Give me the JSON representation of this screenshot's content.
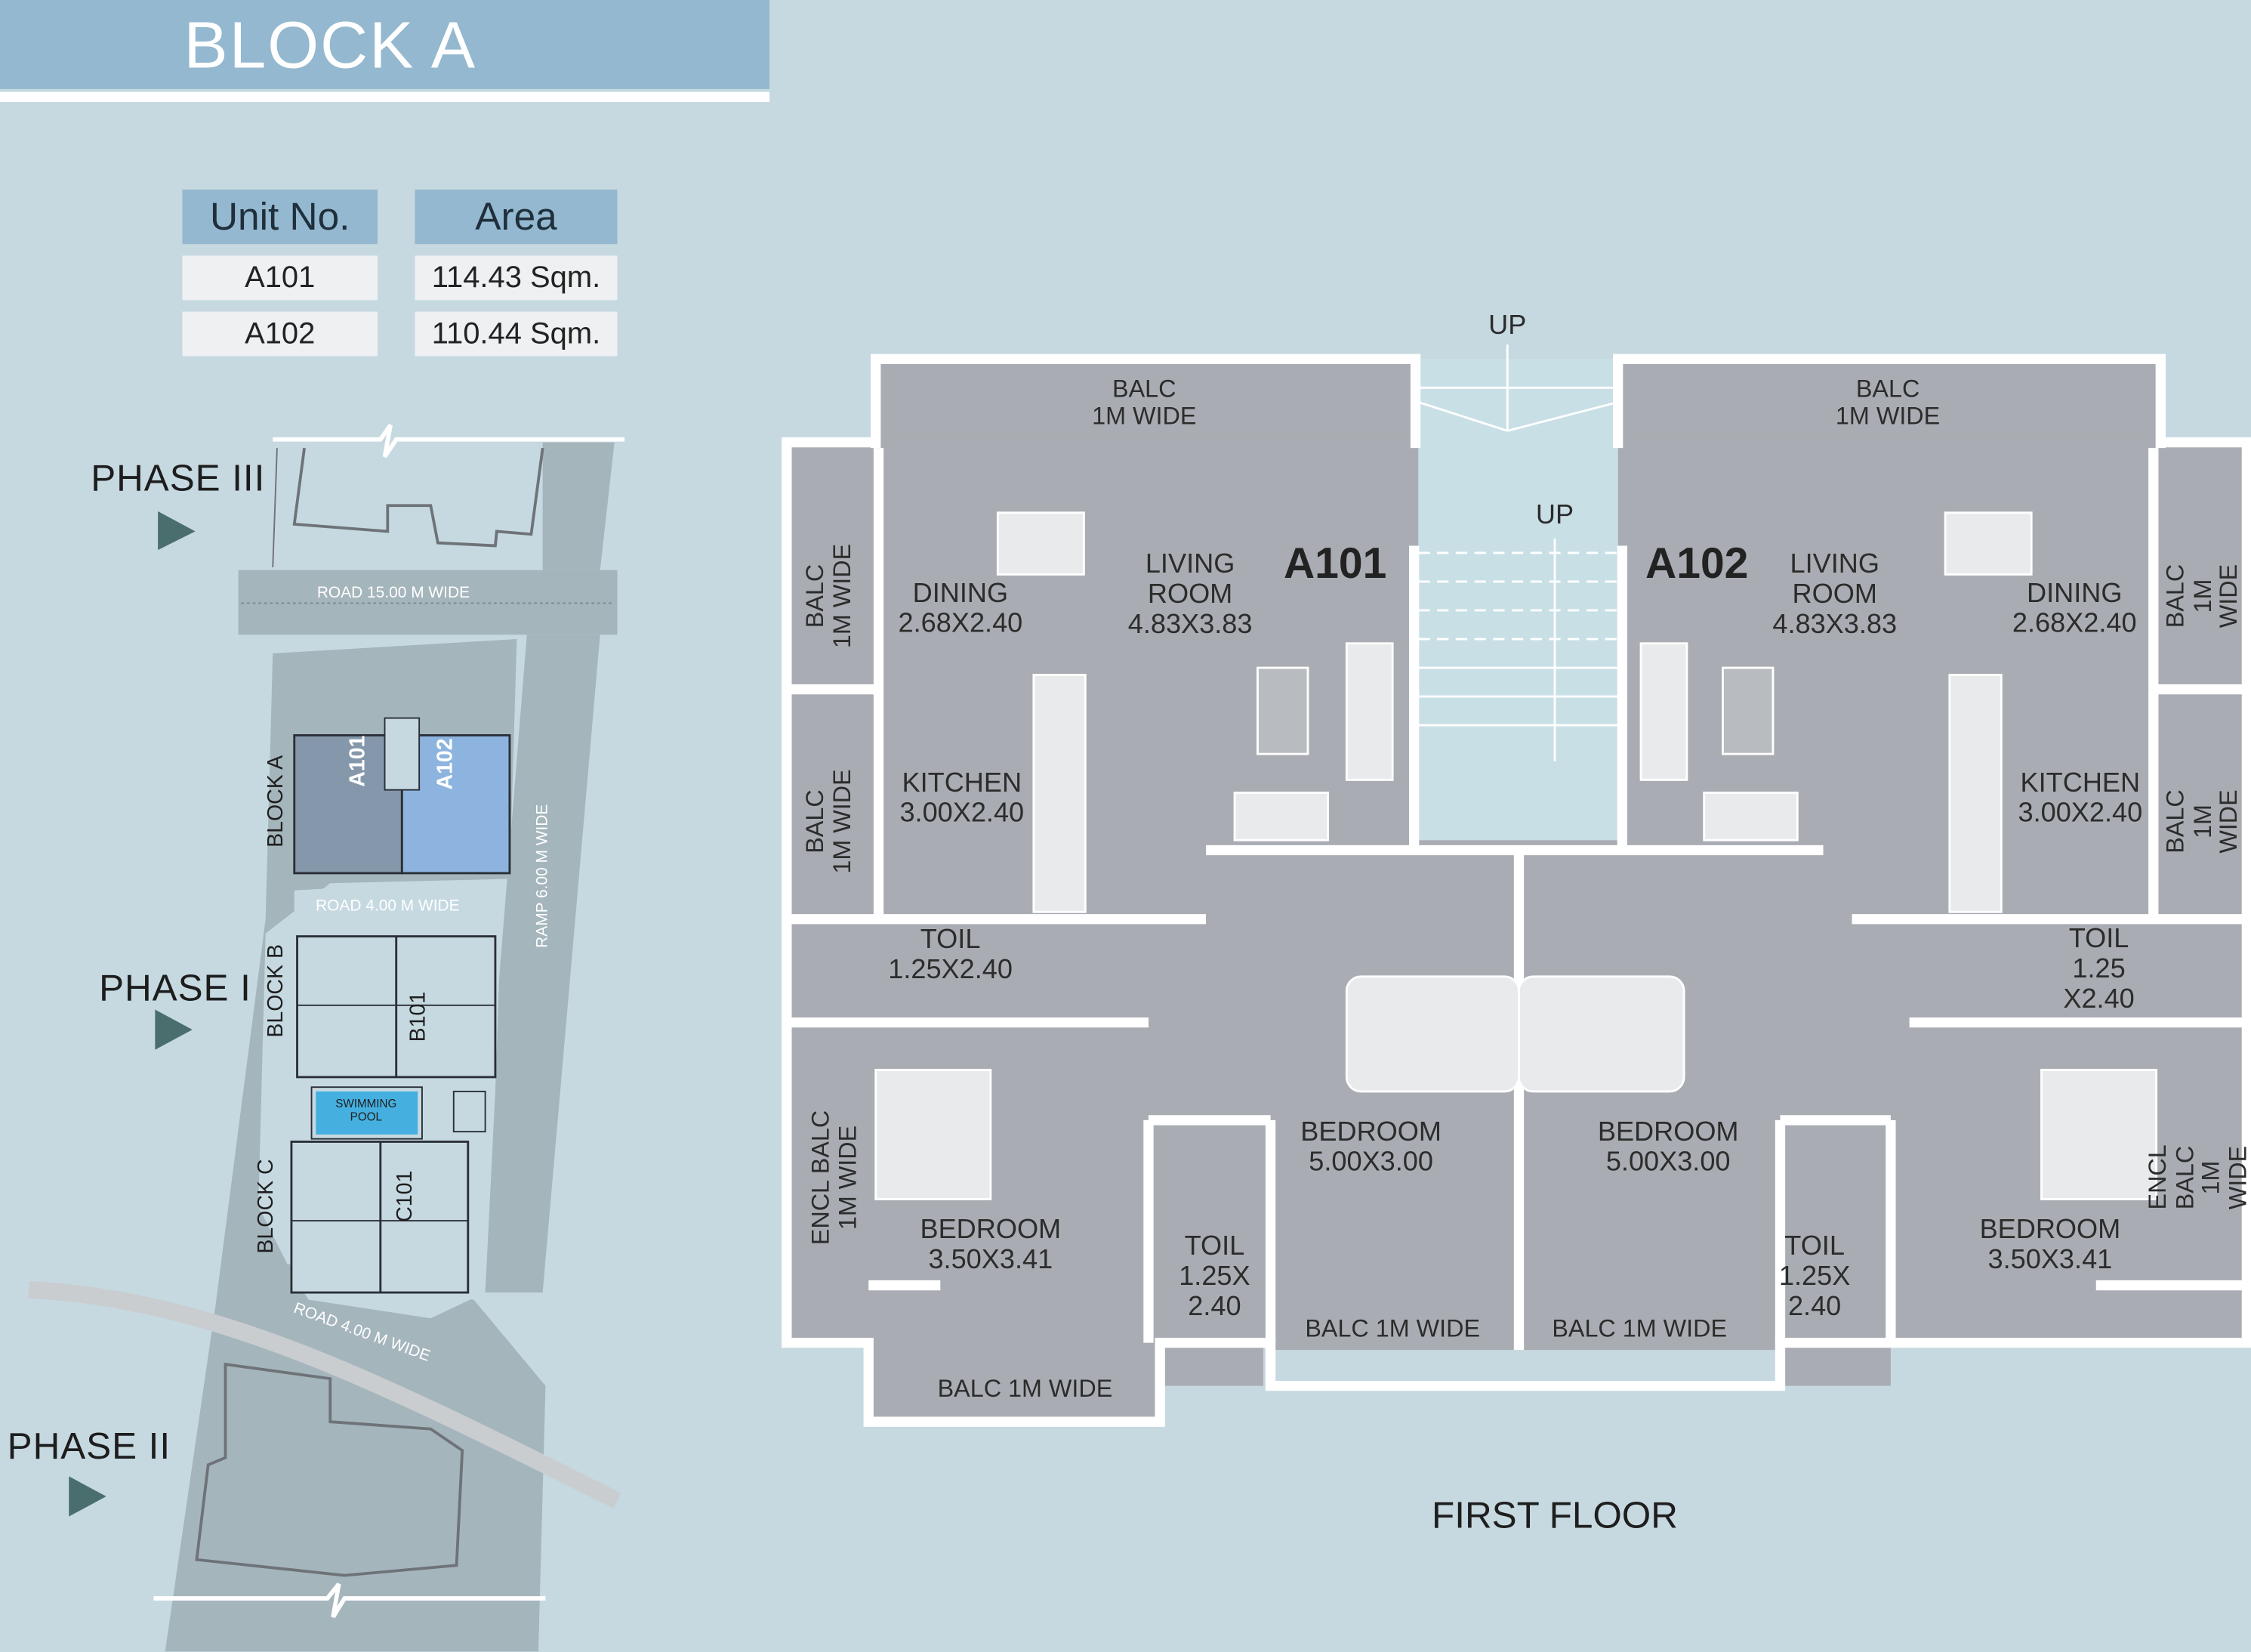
{
  "header": {
    "title": "BLOCK A"
  },
  "area_table": {
    "columns": [
      "Unit No.",
      "Area"
    ],
    "rows": [
      {
        "unit": "A101",
        "area": "114.43 Sqm."
      },
      {
        "unit": "A102",
        "area": "110.44 Sqm."
      }
    ]
  },
  "site_plan": {
    "phase_iii": "PHASE III",
    "phase_i": "PHASE I",
    "phase_ii": "PHASE II",
    "road_15": "ROAD 15.00 M WIDE",
    "road_4_top": "ROAD 4.00 M WIDE",
    "road_4_bottom": "ROAD 4.00 M WIDE",
    "ramp": "RAMP 6.00 M WIDE",
    "block_a": "BLOCK A",
    "block_b": "BLOCK B",
    "block_c": "BLOCK C",
    "unit_a101": "A101",
    "unit_a102": "A102",
    "unit_b101": "B101",
    "unit_c101": "C101",
    "pool": "SWIMMING\nPOOL",
    "colors": {
      "a101": "#8597ab",
      "a102": "#8db4df",
      "pool": "#45b0e0",
      "road": "#a5b5bc"
    }
  },
  "floor_plan": {
    "caption": "FIRST FLOOR",
    "stairs_up_top": "UP",
    "stairs_up_core": "UP",
    "a101": {
      "label": "A101",
      "balc_top": "BALC\n1M WIDE",
      "living": "LIVING\nROOM\n4.83X3.83",
      "dining": "DINING\n2.68X2.40",
      "balc_dining": "BALC\n1M WIDE",
      "kitchen": "KITCHEN\n3.00X2.40",
      "balc_kitchen": "BALC\n1M WIDE",
      "toilet_1": "TOIL\n1.25X2.40",
      "encl_balc": "ENCL BALC\n1M WIDE",
      "bedroom_small": "BEDROOM\n3.50X3.41",
      "toilet_2": "TOIL\n1.25X\n2.40",
      "bedroom_master": "BEDROOM\n5.00X3.00",
      "balc_master": "BALC 1M WIDE",
      "balc_bottom": "BALC 1M WIDE"
    },
    "a102": {
      "label": "A102",
      "balc_top": "BALC\n1M WIDE",
      "living": "LIVING\nROOM\n4.83X3.83",
      "dining": "DINING\n2.68X2.40",
      "balc_dining": "BALC\n1M WIDE",
      "kitchen": "KITCHEN\n3.00X2.40",
      "balc_kitchen": "BALC\n1M WIDE",
      "toilet_1": "TOIL\n1.25\nX2.40",
      "encl_balc": "ENCL BALC\n1M WIDE",
      "bedroom_small": "BEDROOM\n3.50X3.41",
      "toilet_2": "TOIL\n1.25X\n2.40",
      "bedroom_master": "BEDROOM\n5.00X3.00",
      "balc_master": "BALC 1M WIDE"
    },
    "colors": {
      "floor": "#a9adb3",
      "wall": "#ffffff",
      "stair": "#c9dfe6"
    }
  }
}
